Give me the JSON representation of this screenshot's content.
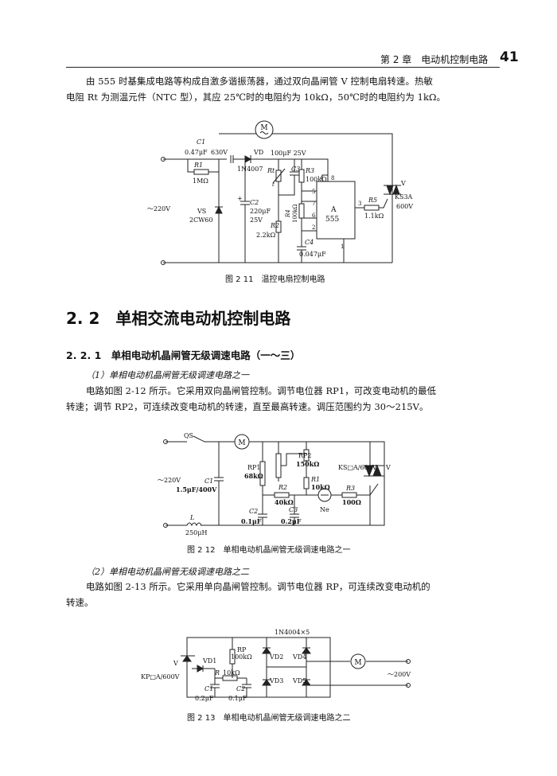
{
  "header": {
    "chapter": "第 2 章　电动机控制电路",
    "page_number": "41"
  },
  "intro": {
    "line1": "由 555 时基集成电路等构成自激多谐振荡器，通过双向晶闸管 V 控制电扇转速。热敏",
    "line2": "电阻 Rt 为测温元件（NTC 型），其应 25℃时的电阻约为 10kΩ，50℃时的电阻约为 1kΩ。"
  },
  "fig211": {
    "caption": "图 2 11　温控电扇控制电路",
    "labels": {
      "motor": "M",
      "c1": "C1",
      "c1_val": "0.47μF",
      "c1_v": "630V",
      "vd": "VD",
      "vd_model": "1N4007",
      "r1": "R1",
      "r1_val": "1MΩ",
      "c3_top": "100μF 25V",
      "rt": "Rt",
      "t": "t",
      "c3": "C3",
      "r3": "R3",
      "r3_val": "100kΩ",
      "pin4": "4",
      "pin8": "8",
      "pin5": "5",
      "pin7": "7",
      "pin6": "6",
      "pin2": "2",
      "pin3": "3",
      "pin1": "1",
      "chip_a": "A",
      "chip_555": "555",
      "ac": "～220V",
      "vs": "VS",
      "vs_model": "2CW60",
      "c2": "C2",
      "c2_val": "220μF",
      "c2_v": "25V",
      "r4": "R4",
      "r4_val": "100kΩ",
      "r2": "R2",
      "r2_val": "2.2kΩ",
      "c4": "C4",
      "c4_val": "0.047μF",
      "r5": "R5",
      "r5_val": "1.1kΩ",
      "v": "V",
      "v_model": "KS3A",
      "v_volt": "600V"
    }
  },
  "section": {
    "h2": "2. 2　单相交流电动机控制电路",
    "h3": "2. 2. 1　单相电动机晶闸管无级调速电路（一～三）",
    "sub1": "（1）单相电动机晶闸管无级调速电路之一",
    "p1_line1": "电路如图 2-12 所示。它采用双向晶闸管控制。调节电位器 RP1，可改变电动机的最低",
    "p1_line2": "转速；调节 RP2，可连续改变电动机的转速，直至最高转速。调压范围约为 30～215V。"
  },
  "fig212": {
    "caption": "图 2 12　单相电动机晶闸管无级调速电路之一",
    "labels": {
      "qs": "QS",
      "motor": "M",
      "rp2": "RP2",
      "rp2_val": "150kΩ",
      "rp1": "RP1",
      "rp1_val": "68kΩ",
      "ks": "KS□A/600V",
      "v": "V",
      "ac": "～220V",
      "c1": "C1",
      "c1_val": "1.5μF/400V",
      "r1": "R1",
      "r1_val": "10kΩ",
      "r2": "R2",
      "r2_val": "40kΩ",
      "r3": "R3",
      "r3_val": "100Ω",
      "ne": "Ne",
      "c2": "C2",
      "c2_val": "0.1μF",
      "c3": "C3",
      "c3_val": "0.2μF",
      "l": "L",
      "l_val": "250μH"
    }
  },
  "section2": {
    "sub2": "（2）单相电动机晶闸管无级调速电路之二",
    "p2_line1": "电路如图 2-13 所示。它采用单向晶闸管控制。调节电位器 RP，可连续改变电动机的",
    "p2_line2": "转速。"
  },
  "fig213": {
    "caption": "图 2 13　单相电动机晶闸管无级调速电路之二",
    "labels": {
      "bridge": "1N4004×5",
      "rp": "RP",
      "rp_val": "100kΩ",
      "v": "V",
      "vd1": "VD1",
      "vd2": "VD2",
      "vd3": "VD3",
      "vd4": "VD4",
      "vd5": "VD5",
      "kp": "KP□A/600V",
      "r": "R",
      "r_val": "10kΩ",
      "c1": "C1",
      "c1_val": "0.2μF",
      "c2": "C2",
      "c2_val": "0.1μF",
      "motor": "M",
      "ac": "～200V"
    }
  }
}
